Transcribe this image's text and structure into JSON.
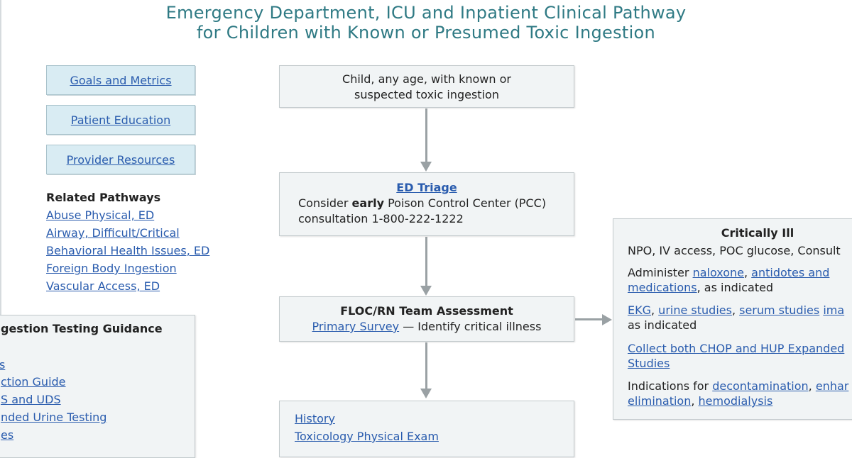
{
  "title": {
    "line1": "Emergency Department, ICU and Inpatient Clinical Pathway",
    "line2": "for Children with Known or Presumed Toxic Ingestion"
  },
  "nav": {
    "goals": "Goals and Metrics",
    "education": "Patient Education",
    "resources": "Provider Resources"
  },
  "related": {
    "header": "Related Pathways",
    "links": [
      "Abuse Physical, ED",
      "Airway, Difficult/Critical",
      "Behavioral Health Issues, ED",
      "Foreign Body Ingestion",
      "Vascular Access, ED"
    ]
  },
  "testing": {
    "header": "gestion Testing Guidance",
    "links": [
      "s",
      "ction Guide",
      "S and UDS",
      "nded Urine Testing",
      "es"
    ]
  },
  "flow": {
    "start": {
      "line1": "Child, any age, with known or",
      "line2": "suspected toxic ingestion"
    },
    "triage": {
      "title": "ED Triage",
      "pre": "Consider ",
      "bold": "early",
      "post": " Poison Control Center (PCC)",
      "line2": "consultation 1-800-222-1222"
    },
    "assessment": {
      "title": "FLOC/RN Team Assessment",
      "link": "Primary Survey",
      "rest": " — Identify critical illness"
    },
    "next": {
      "link1": "History",
      "link2": "Toxicology Physical Exam"
    }
  },
  "critical": {
    "header": "Critically Ill",
    "line1": "NPO, IV access, POC glucose, Consult",
    "p2": {
      "pre": "Administer ",
      "l1": "naloxone",
      "sep": ", ",
      "l2": "antidotes and",
      "l3": "medications",
      "post": ", as indicated"
    },
    "p3": {
      "l1": "EKG",
      "s1": ", ",
      "l2": "urine studies",
      "s2": ", ",
      "l3": "serum studies",
      "s3": " ",
      "l4": "ima",
      "line2": "as indicated"
    },
    "p4": {
      "l1": "Collect both CHOP and HUP Expanded",
      "l2": "Studies"
    },
    "p5": {
      "pre": "Indications for ",
      "l1": "decontamination",
      "sep": ", ",
      "l2": "enhar",
      "l3": "elimination",
      "sep2": ", ",
      "l4": "hemodialysis"
    }
  }
}
